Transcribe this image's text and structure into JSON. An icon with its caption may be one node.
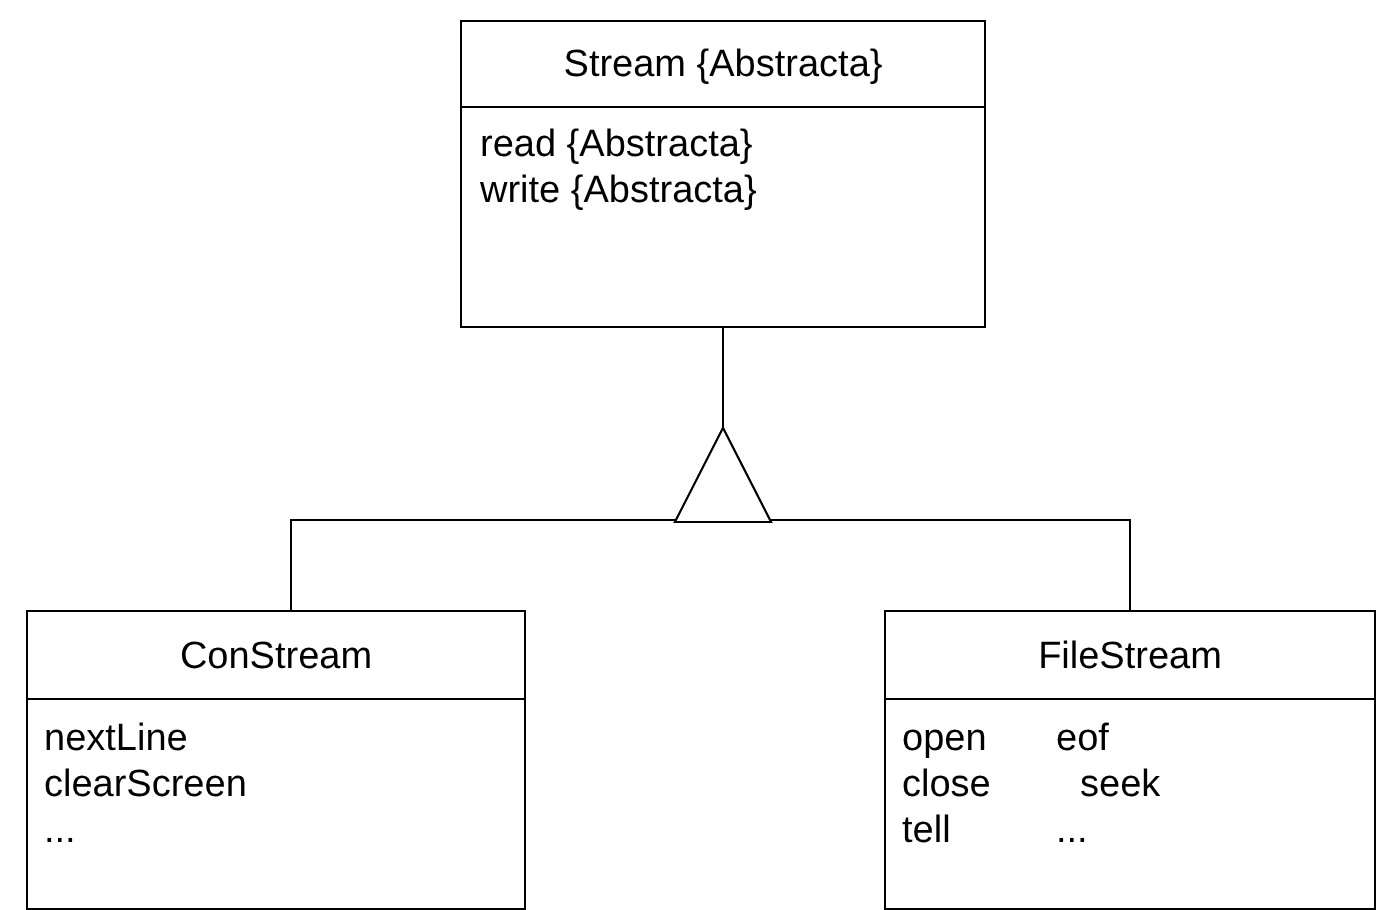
{
  "diagram": {
    "nodes": [
      {
        "text": [
          "Stream {Abstracta}",
          "read {Abstracta}",
          "write {Abstracta}"
        ]
      },
      {
        "text": [
          "ConStream",
          "nextLine",
          "clearScreen",
          "..."
        ]
      },
      {
        "text": [
          "FileStream",
          "open",
          "eof",
          "close",
          "seek",
          "tell",
          "..."
        ]
      }
    ],
    "edges": [
      {
        "from": 1,
        "to": 0,
        "arrow": "to"
      },
      {
        "from": 2,
        "to": 0,
        "arrow": "to"
      }
    ]
  }
}
